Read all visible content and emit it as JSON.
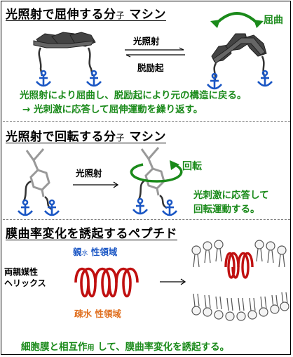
{
  "colors": {
    "green": "#1a8a1a",
    "blue": "#1a56c4",
    "red": "#c01010",
    "orange": "#e07020"
  },
  "section1": {
    "title_main": "光照射で屈伸する分",
    "title_small": "子",
    "title_tail": " マシン",
    "bend_label": "屈曲",
    "arrow_top": "光照射",
    "arrow_bottom": "脱励起",
    "desc_line1": "光照射により屈曲し、脱励起により元の構造に戻る。",
    "desc_line2": "→ 光刺激に応答して屈伸運動を繰り返す。"
  },
  "section2": {
    "title_main": "光照射で回転する分",
    "title_small": "子",
    "title_tail": " マシン",
    "arrow_label": "光照射",
    "rotate_label": "回転",
    "desc_line1": "光刺激に応答して",
    "desc_line2": "回転運動する。"
  },
  "section3": {
    "title": "膜曲率変化を誘起するペプチド",
    "helix_label_line1": "両親媒性",
    "helix_label_line2": "ヘリックス",
    "hydrophilic_a": "親",
    "hydrophilic_small": "水",
    "hydrophilic_b": " 性領域",
    "hydrophobic_a": "疎水",
    "hydrophobic_b": " 性領域",
    "desc_a": "細胞膜と相互作",
    "desc_small": "用",
    "desc_b": " して、膜曲率変化を誘起する。"
  }
}
